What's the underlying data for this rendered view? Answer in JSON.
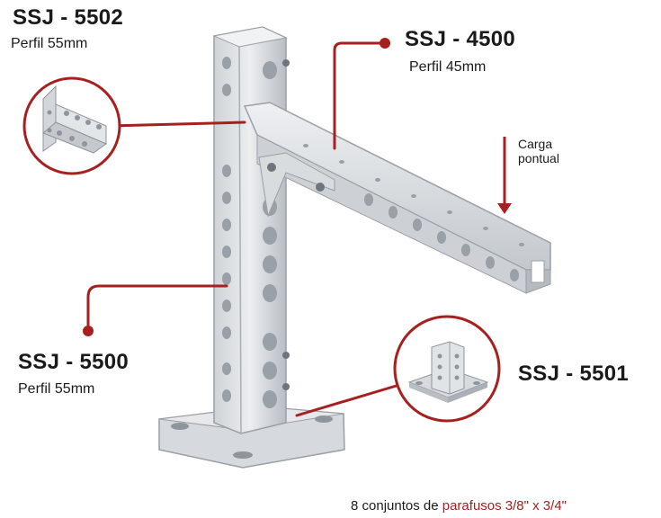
{
  "colors": {
    "accent": "#a6201f",
    "steel_light": "#e4e7ea",
    "steel_mid": "#c8ccd1",
    "steel_dark": "#9aa0a7",
    "text": "#1a1a1a"
  },
  "labels": [
    {
      "code": "SSJ - 5502",
      "profile": "Perfil 55mm"
    },
    {
      "code": "SSJ - 4500",
      "profile": "Perfil 45mm"
    },
    {
      "code": "SSJ - 5500",
      "profile": "Perfil 55mm"
    },
    {
      "code": "SSJ - 5501"
    }
  ],
  "load": {
    "line1": "Carga",
    "line2": "pontual"
  },
  "footer": {
    "prefix": "8 conjuntos de ",
    "highlight": "parafusos 3/8\" x 3/4\""
  }
}
